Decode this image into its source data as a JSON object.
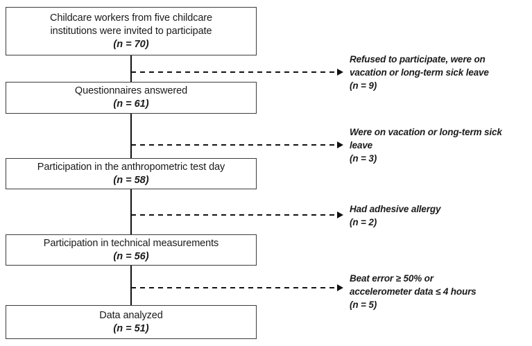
{
  "diagram": {
    "type": "participant-flow-diagram",
    "boxes": [
      {
        "id": "invited",
        "line1": "Childcare workers from five childcare",
        "line2": "institutions were invited to participate",
        "count": "(n = 70)",
        "n_value": 70
      },
      {
        "id": "questionnaires",
        "line1": "Questionnaires answered",
        "line2": "",
        "count": "(n = 61)",
        "n_value": 61
      },
      {
        "id": "anthropometric",
        "line1": "Participation in the anthropometric test day",
        "line2": "",
        "count": "(n = 58)",
        "n_value": 58
      },
      {
        "id": "technical",
        "line1": "Participation in technical measurements",
        "line2": "",
        "count": "(n = 56)",
        "n_value": 56
      },
      {
        "id": "analyzed",
        "line1": "Data analyzed",
        "line2": "",
        "count": "(n = 51)",
        "n_value": 51
      }
    ],
    "exclusions": [
      {
        "id": "exclusion-1",
        "line1": "Refused to participate, were on",
        "line2": "vacation or long-term sick leave",
        "line3": "",
        "count": "(n = 9)",
        "n_value": 9
      },
      {
        "id": "exclusion-2",
        "line1": "Were on vacation or long-term sick",
        "line2": "leave",
        "line3": "",
        "count": "(n = 3)",
        "n_value": 3
      },
      {
        "id": "exclusion-3",
        "line1": "Had adhesive allergy",
        "line2": "",
        "line3": "",
        "count": "(n = 2)",
        "n_value": 2
      },
      {
        "id": "exclusion-4",
        "line1": "Beat error ≥ 50% or",
        "line2": "accelerometer data ≤ 4 hours",
        "line3": "",
        "count": "(n = 5)",
        "n_value": 5
      }
    ],
    "colors": {
      "box_border": "#3b3b3b",
      "connector": "#111111",
      "text": "#1a1a1a",
      "background": "#ffffff"
    }
  }
}
